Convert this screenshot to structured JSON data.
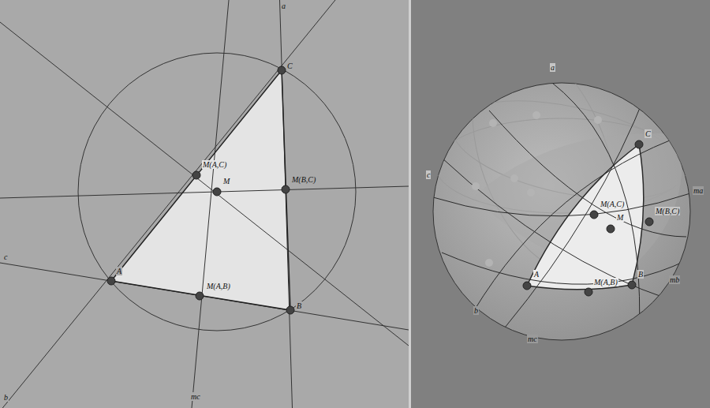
{
  "diagram": {
    "labels": [
      "a",
      "C",
      "M(A,C)",
      "M",
      "M(B,C)",
      "c",
      "A",
      "M(A,B)",
      "B",
      "b",
      "mc",
      "a",
      "c",
      "ma",
      "C",
      "M(A,C)",
      "M",
      "M(B,C)",
      "A",
      "M(A,B)",
      "B",
      "mb",
      "b",
      "mc"
    ]
  }
}
